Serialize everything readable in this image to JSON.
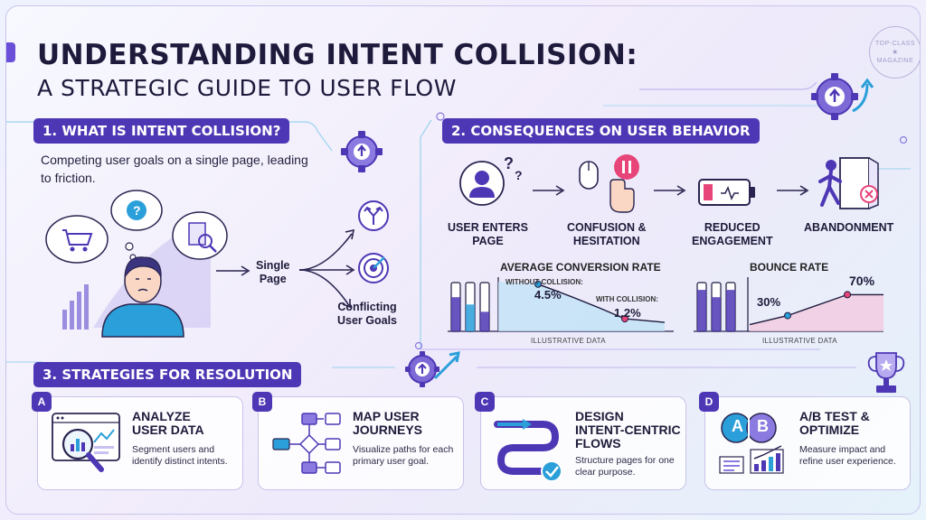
{
  "header": {
    "title_line1": "UNDERSTANDING INTENT COLLISION:",
    "title_line2": "A STRATEGIC GUIDE TO USER FLOW",
    "badge": {
      "top": "TOP-CLASS",
      "bottom": "MAGAZINE"
    }
  },
  "section1": {
    "heading": "1. WHAT IS INTENT COLLISION?",
    "description": "Competing user goals on a single page, leading to friction.",
    "center_label": "Single\nPage",
    "result_label": "Conflicting\nUser Goals"
  },
  "section2": {
    "heading": "2. CONSEQUENCES ON USER BEHAVIOR",
    "steps": [
      {
        "label": "USER ENTERS\nPAGE",
        "icon": "user-question-icon"
      },
      {
        "label": "CONFUSION &\nHESITATION",
        "icon": "mouse-hesitation-icon"
      },
      {
        "label": "REDUCED\nENGAGEMENT",
        "icon": "low-battery-icon"
      },
      {
        "label": "ABANDONMENT",
        "icon": "exit-door-icon"
      }
    ]
  },
  "charts": {
    "conversion": {
      "title": "AVERAGE CONVERSION RATE",
      "without_label": "WITHOUT COLLISION:",
      "without_value": "4.5%",
      "with_label": "WITH COLLISION:",
      "with_value": "1.2%",
      "caption": "ILLUSTRATIVE DATA"
    },
    "bounce": {
      "title": "BOUNCE RATE",
      "low_value": "30%",
      "high_value": "70%",
      "caption": "ILLUSTRATIVE DATA"
    }
  },
  "chart_data": [
    {
      "type": "area",
      "title": "AVERAGE CONVERSION RATE",
      "series": [
        {
          "name": "WITHOUT COLLISION:",
          "values": [
            4.5
          ]
        },
        {
          "name": "WITH COLLISION:",
          "values": [
            1.2
          ]
        }
      ],
      "unit": "%"
    },
    {
      "type": "area",
      "title": "BOUNCE RATE",
      "values": [
        30,
        70
      ],
      "unit": "%"
    }
  ],
  "section3": {
    "heading": "3. STRATEGIES FOR RESOLUTION",
    "cards": [
      {
        "letter": "A",
        "title": "ANALYZE\nUSER DATA",
        "desc": "Segment users and identify distinct intents.",
        "icon": "analytics-magnifier-icon"
      },
      {
        "letter": "B",
        "title": "MAP USER\nJOURNEYS",
        "desc": "Visualize paths for each primary user goal.",
        "icon": "flowchart-icon"
      },
      {
        "letter": "C",
        "title": "DESIGN\nINTENT-CENTRIC\nFLOWS",
        "desc": "Structure pages for one clear purpose.",
        "icon": "flow-path-check-icon"
      },
      {
        "letter": "D",
        "title": "A/B TEST &\nOPTIMIZE",
        "desc": "Measure impact and refine user experience.",
        "icon": "ab-test-icon"
      }
    ],
    "ab_letters": {
      "a": "A",
      "b": "B"
    }
  },
  "colors": {
    "primary": "#4e37b5",
    "accent_blue": "#2b9fd9",
    "accent_pink": "#e7457a",
    "text_dark": "#1d1a3c"
  }
}
